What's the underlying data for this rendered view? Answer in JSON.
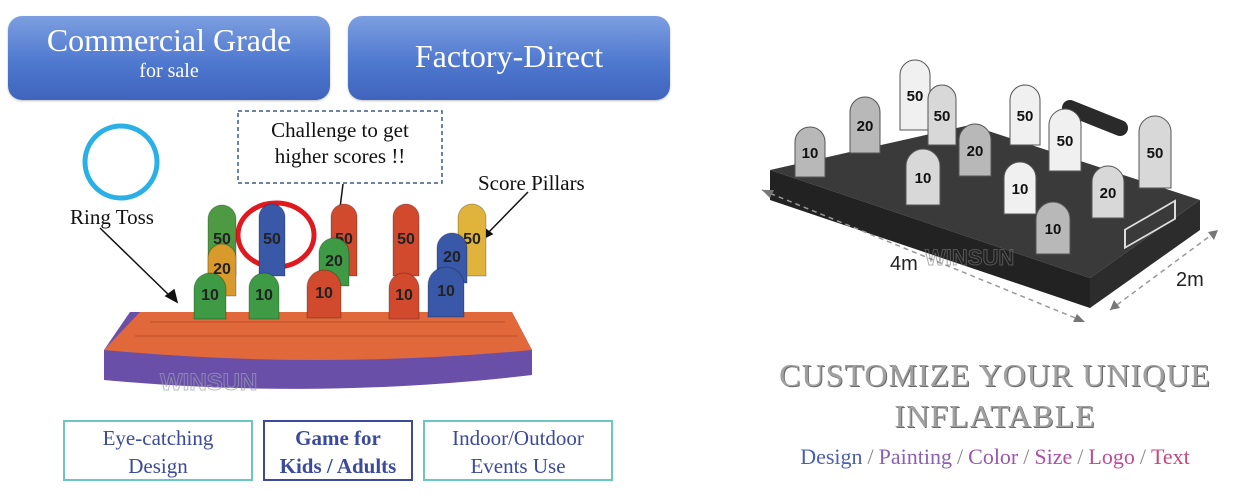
{
  "banners": {
    "commercial": {
      "title": "Commercial Grade",
      "subtitle": "for sale"
    },
    "factory": {
      "title": "Factory-Direct"
    }
  },
  "annotations": {
    "challenge": {
      "line1": "Challenge to get",
      "line2": "higher scores !!"
    },
    "ring_toss": "Ring Toss",
    "score_pillars": "Score Pillars"
  },
  "pillars_left": [
    {
      "label": "50",
      "color": "#4e9a43"
    },
    {
      "label": "20",
      "color": "#d89a2a"
    },
    {
      "label": "50",
      "color": "#3a58a8"
    },
    {
      "label": "50",
      "color": "#d24a2e"
    },
    {
      "label": "50",
      "color": "#d24a2e"
    },
    {
      "label": "50",
      "color": "#e0b43a"
    },
    {
      "label": "20",
      "color": "#3e9a45"
    },
    {
      "label": "20",
      "color": "#3a58a8"
    },
    {
      "label": "10",
      "color": "#3e9a45"
    },
    {
      "label": "10",
      "color": "#3e9a45"
    },
    {
      "label": "10",
      "color": "#d24a2e"
    },
    {
      "label": "10",
      "color": "#d24a2e"
    },
    {
      "label": "10",
      "color": "#3a58a8"
    }
  ],
  "watermark": "WINSUN",
  "features": [
    {
      "line1": "Eye-catching",
      "line2": "Design"
    },
    {
      "line1": "Game for",
      "line2": "Kids / Adults"
    },
    {
      "line1": "Indoor/Outdoor",
      "line2": "Events Use"
    }
  ],
  "pillars_right": [
    "50",
    "50",
    "20",
    "50",
    "10",
    "20",
    "50",
    "50",
    "10",
    "10",
    "20",
    "10"
  ],
  "dimensions": {
    "length": "4m",
    "width": "2m"
  },
  "customize": {
    "line1": "CUSTOMIZE YOUR UNIQUE",
    "line2": "INFLATABLE"
  },
  "options": [
    {
      "label": "Design",
      "color": "#4a5fb0"
    },
    {
      "label": "Painting",
      "color": "#8a5fb8"
    },
    {
      "label": "Color",
      "color": "#9a56b0"
    },
    {
      "label": "Size",
      "color": "#b04fa8"
    },
    {
      "label": "Logo",
      "color": "#c04a96"
    },
    {
      "label": "Text",
      "color": "#c9467f"
    }
  ],
  "separator": "/",
  "colors": {
    "banner_blue": "#4f78cf",
    "ring_blue": "#2ab0e6",
    "ring_red": "#e0191f",
    "feature_border": "#6cc6c3",
    "feature_text": "#3b4a9a",
    "mat_orange": "#e0683a",
    "mat_purple": "#6a4fa8"
  }
}
